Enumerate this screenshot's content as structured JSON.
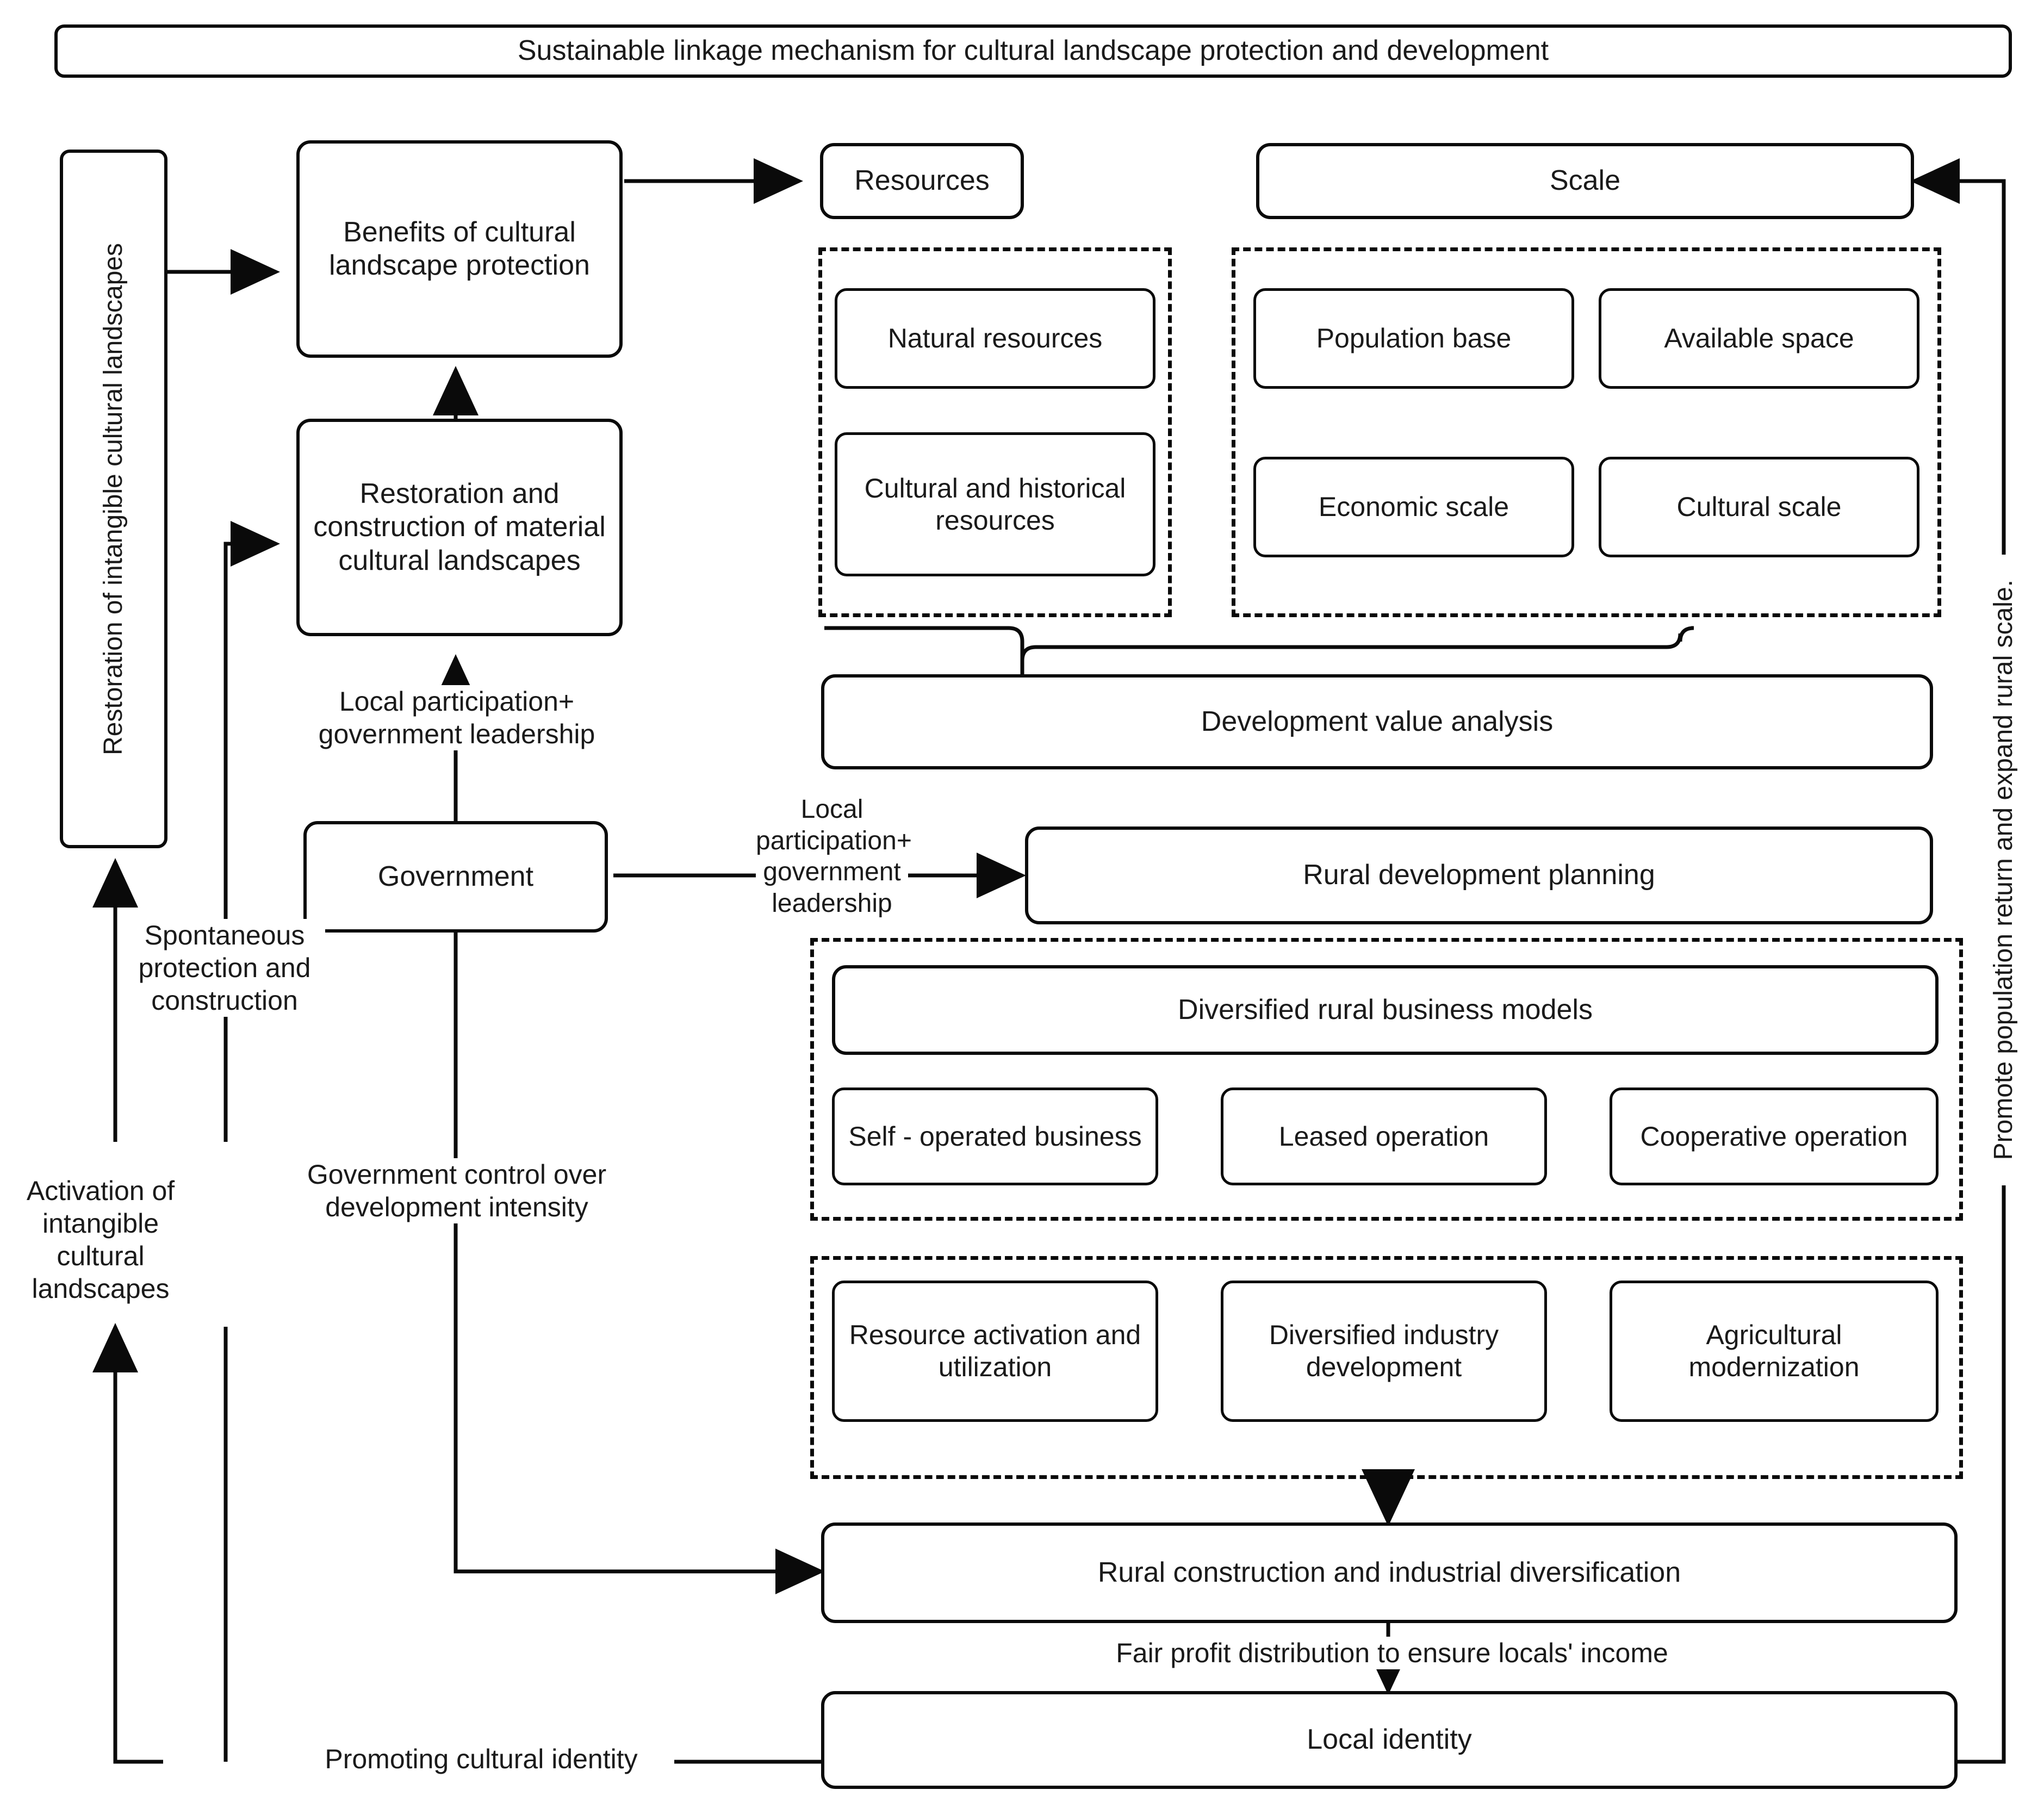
{
  "title": "Sustainable linkage mechanism for cultural landscape protection and development",
  "nodes": {
    "restoration_intangible": "Restoration of intangible cultural landscapes",
    "benefits": "Benefits of cultural landscape protection",
    "restoration_material": "Restoration and construction of material cultural landscapes",
    "government": "Government",
    "resources": "Resources",
    "natural_resources": "Natural resources",
    "cultural_historical_resources": "Cultural and historical resources",
    "scale": "Scale",
    "population_base": "Population base",
    "available_space": "Available space",
    "economic_scale": "Economic scale",
    "cultural_scale": "Cultural scale",
    "development_value_analysis": "Development value analysis",
    "rural_development_planning": "Rural development planning",
    "diversified_business_models": "Diversified rural business models",
    "self_operated": "Self - operated business",
    "leased_operation": "Leased operation",
    "cooperative_operation": "Cooperative operation",
    "resource_activation": "Resource activation and utilization",
    "diversified_industry": "Diversified industry development",
    "agricultural_modernization": "Agricultural modernization",
    "rural_construction": "Rural construction and industrial diversification",
    "local_identity": "Local identity"
  },
  "edge_labels": {
    "local_participation_gov_leadership_1": "Local participation+ government leadership",
    "local_participation_gov_leadership_2": "Local participation+ government leadership",
    "spontaneous_protection": "Spontaneous protection and construction",
    "activation_intangible": "Activation of intangible cultural landscapes",
    "government_control": "Government control over development intensity",
    "fair_profit": "Fair profit distribution to ensure locals' income",
    "promoting_cultural_identity": "Promoting cultural identity",
    "promote_population_return": "Promote population return and expand rural scale."
  },
  "colors": {
    "stroke": "#0a0a0a",
    "text": "#1a1a1a",
    "background": "#ffffff"
  }
}
